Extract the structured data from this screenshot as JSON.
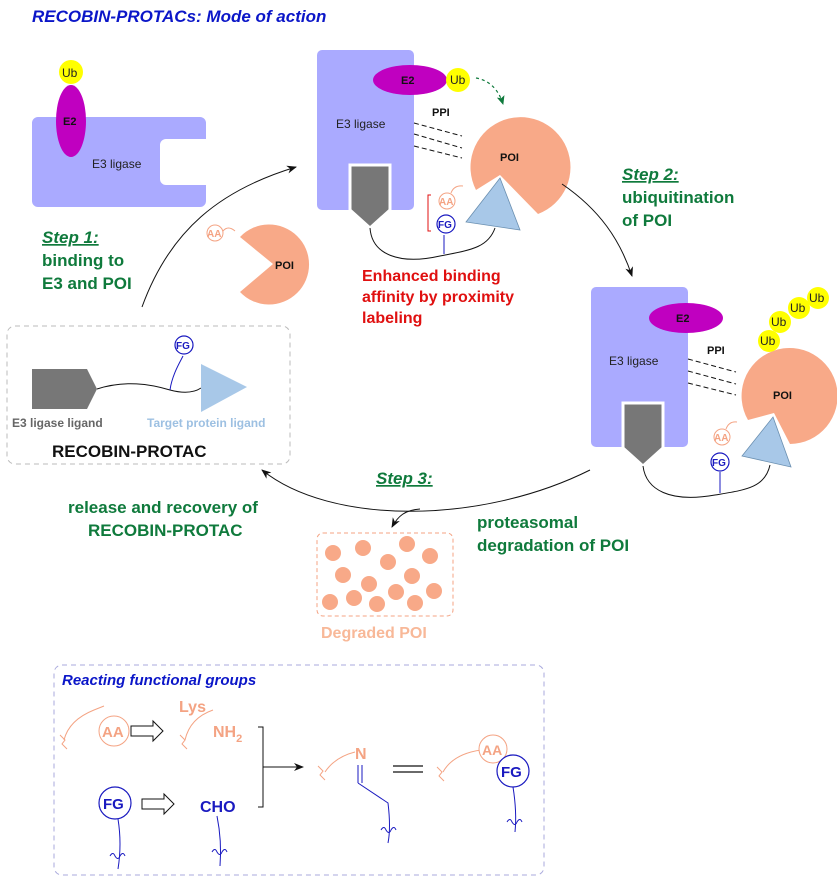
{
  "title": "RECOBIN-PROTACs: Mode of action",
  "colors": {
    "e3": "#aaaaff",
    "e2": "#c000c0",
    "ub": "#ffff00",
    "poi": "#f8a988",
    "ligand_gray": "#777777",
    "target_ligand": "#a8c8e8",
    "step_green": "#0f7a3c",
    "title_blue": "#0b16c8",
    "fg_blue": "#1a1ac0",
    "highlight_red": "#e01010"
  },
  "labels": {
    "e3": "E3 ligase",
    "e2": "E2",
    "ub": "Ub",
    "poi": "POI",
    "ppi": "PPI",
    "aa": "AA",
    "fg": "FG"
  },
  "step1": {
    "header": "Step 1:",
    "line1": "binding to",
    "line2": "E3 and POI"
  },
  "step2": {
    "header": "Step 2:",
    "line1": "ubiquitination",
    "line2": "of POI"
  },
  "step3": {
    "header": "Step 3:"
  },
  "enhanced": {
    "line1": "Enhanced binding",
    "line2": "affinity by proximity",
    "line3": "labeling"
  },
  "protac_box": {
    "e3_ligand": "E3 ligase ligand",
    "target_ligand": "Target protein ligand",
    "name": "RECOBIN-PROTAC"
  },
  "release": {
    "line1": "release and recovery of",
    "line2": "RECOBIN-PROTAC"
  },
  "degradation": {
    "line1": "proteasomal",
    "line2": "degradation of POI"
  },
  "degraded_label": "Degraded POI",
  "reacting": {
    "title": "Reacting functional groups",
    "lys": "Lys",
    "nh2": "NH",
    "nh2_sub": "2",
    "cho": "CHO",
    "n": "N"
  }
}
